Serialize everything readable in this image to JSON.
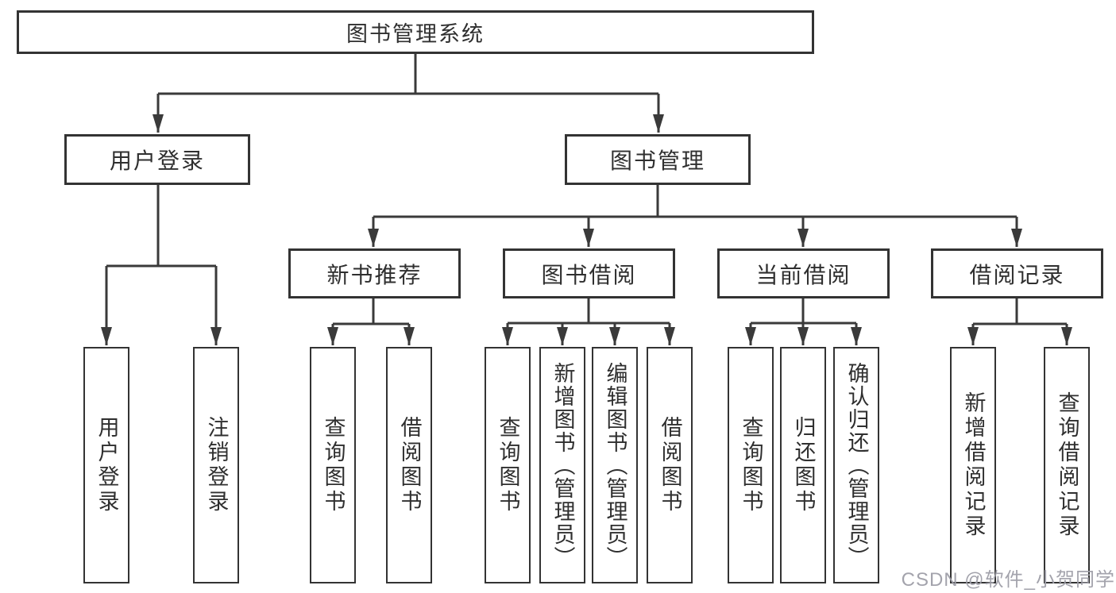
{
  "diagram": {
    "title": "图书管理系统",
    "root": {
      "label": "图书管理系统"
    },
    "level2": {
      "user_login": {
        "label": "用户登录"
      },
      "book_management": {
        "label": "图书管理"
      }
    },
    "level3": {
      "new_book_recommendation": {
        "label": "新书推荐"
      },
      "book_borrowing": {
        "label": "图书借阅"
      },
      "current_borrowing": {
        "label": "当前借阅"
      },
      "borrowing_records": {
        "label": "借阅记录"
      }
    },
    "leaves": {
      "user_login": [
        "用户登录",
        "注销登录"
      ],
      "new_book_recommendation": [
        "查询图书",
        "借阅图书"
      ],
      "book_borrowing": [
        "查询图书",
        "新增图书（管理员）",
        "编辑图书（管理员）",
        "借阅图书"
      ],
      "current_borrowing": [
        "查询图书",
        "归还图书",
        "确认归还（管理员）"
      ],
      "borrowing_records": [
        "新增借阅记录",
        "查询借阅记录"
      ]
    }
  },
  "watermark": {
    "text": "CSDN @软件_小贺同学"
  },
  "colors": {
    "line": "#3a3a3a",
    "box_border": "#333333",
    "text": "#2f2f2f",
    "watermark": "#9e9ea8",
    "background": "#ffffff"
  }
}
